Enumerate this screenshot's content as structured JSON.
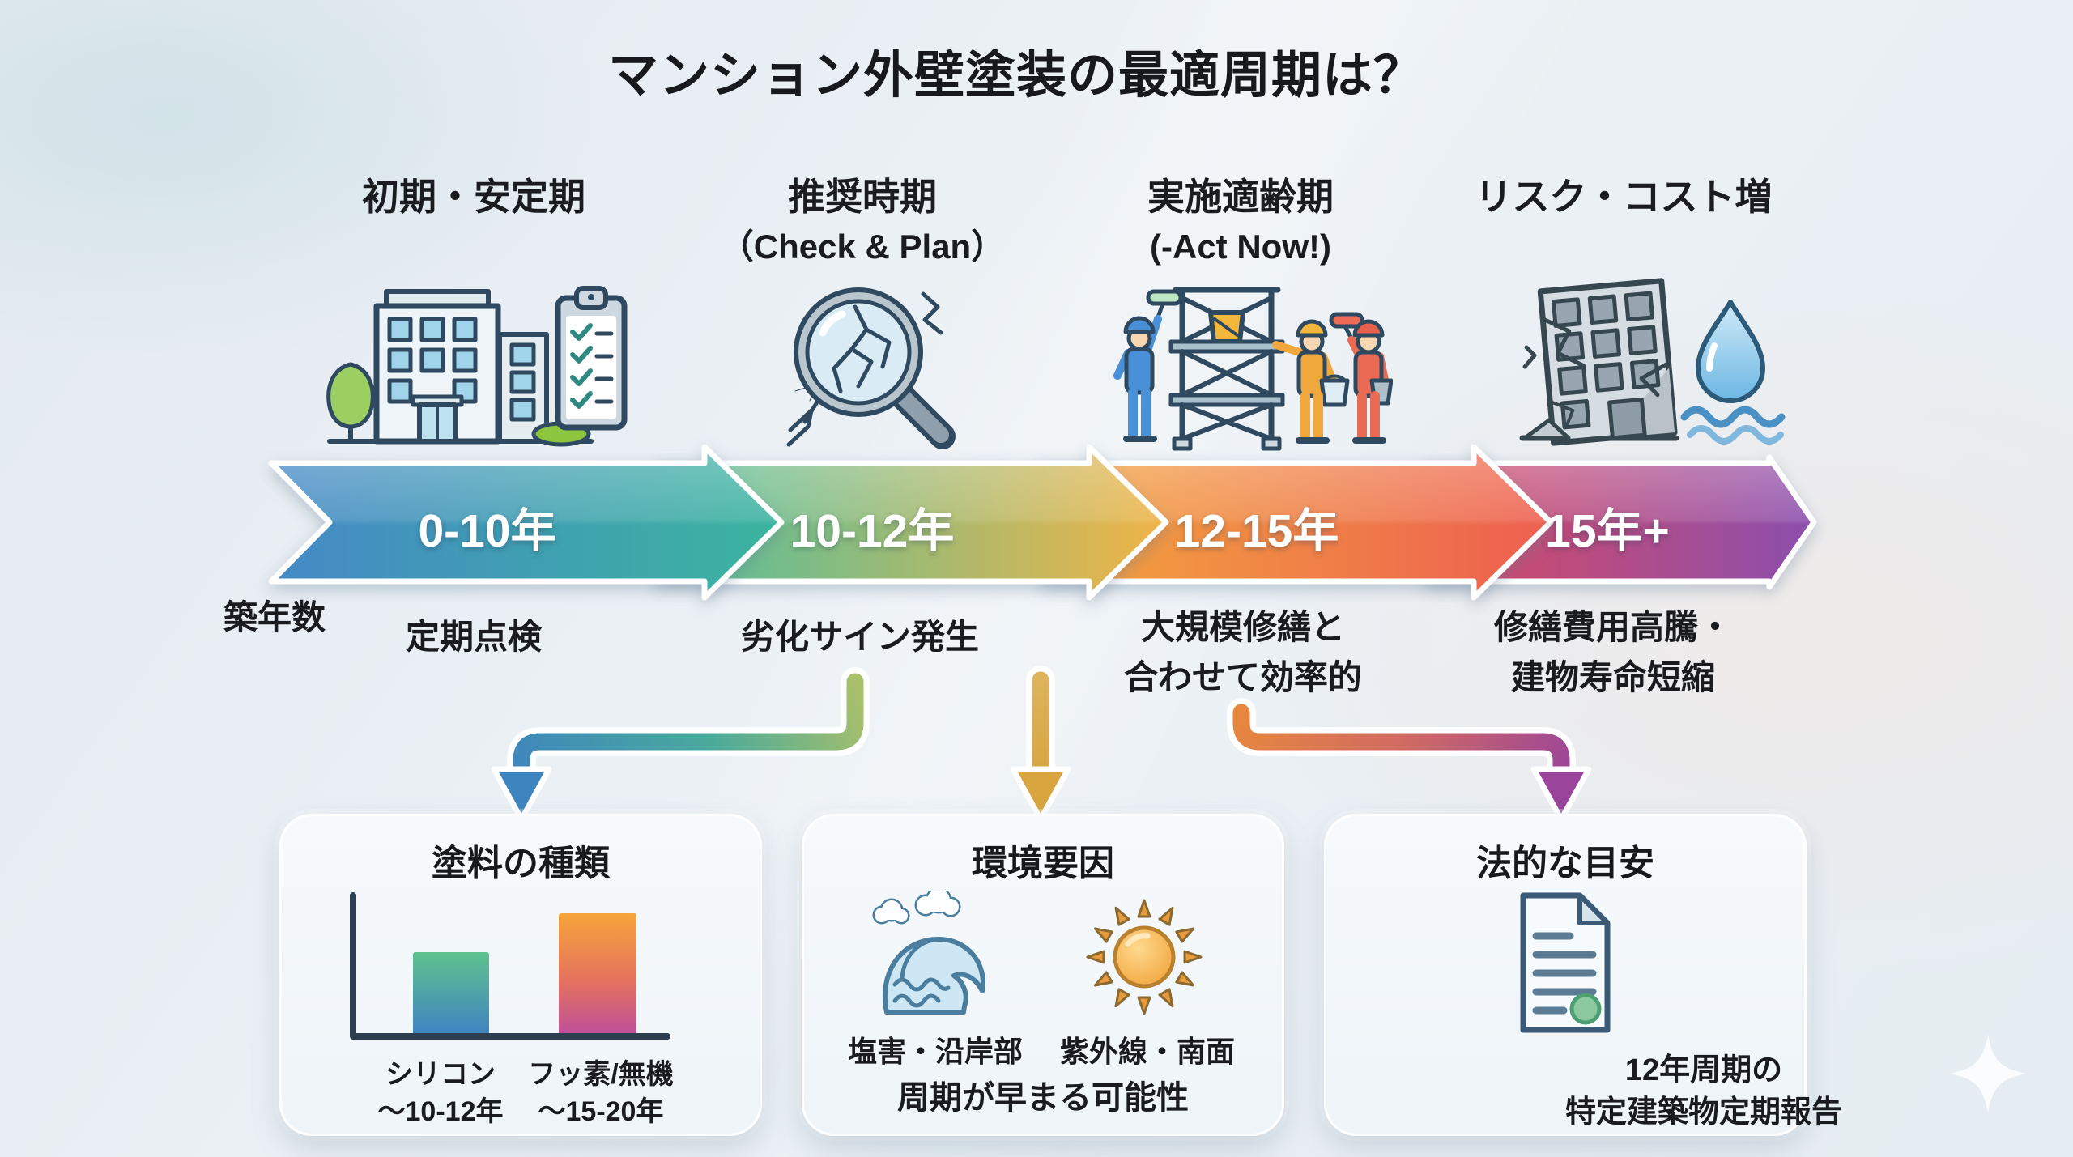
{
  "page": {
    "title": "マンション外壁塗装の最適周期は？",
    "axis_label": "築年数"
  },
  "stages": [
    {
      "header": "初期・安定期",
      "subheader": "",
      "years": "0-10年",
      "note_lines": [
        "定期点検"
      ],
      "icon": "building-checklist-icon",
      "gradient": [
        "#4589c6",
        "#3bb49e"
      ]
    },
    {
      "header": "推奨時期",
      "subheader": "（Check & Plan）",
      "years": "10-12年",
      "note_lines": [
        "劣化サイン発生"
      ],
      "icon": "cracked-magnifier-icon",
      "gradient": [
        "#4fc0a0",
        "#f0b446"
      ]
    },
    {
      "header": "実施適齢期",
      "subheader": "(-Act Now!)",
      "years": "12-15年",
      "note_lines": [
        "大規模修繕と",
        "合わせて効率的"
      ],
      "icon": "painters-scaffold-icon",
      "gradient": [
        "#f3a63d",
        "#ed5f50"
      ]
    },
    {
      "header": "リスク・コスト増",
      "subheader": "",
      "years": "15年+",
      "note_lines": [
        "修繕費用高騰・",
        "建物寿命短縮"
      ],
      "icon": "damaged-building-leak-icon",
      "gradient": [
        "#d94a60",
        "#8b4fae"
      ]
    }
  ],
  "connectors": [
    {
      "from": "10-12年",
      "to": "塗料の種類",
      "colors": [
        "#a9c06b",
        "#48a99c",
        "#3e84bf"
      ]
    },
    {
      "from": "10-12年",
      "to": "環境要因",
      "colors": [
        "#ddb35c",
        "#d6a038"
      ]
    },
    {
      "from": "12-15年",
      "to": "法的な目安",
      "colors": [
        "#e8873e",
        "#cf6a63",
        "#9a449b"
      ]
    }
  ],
  "cards": [
    {
      "title": "塗料の種類",
      "chart": {
        "type": "bar",
        "bars": [
          {
            "label": "シリコン",
            "sublabel": "〜10-12年",
            "value": 12,
            "gradient": [
              "#5fc28c",
              "#3e82c4"
            ]
          },
          {
            "label": "フッ素/無機",
            "sublabel": "〜15-20年",
            "value": 17.5,
            "gradient": [
              "#f6a53a",
              "#bd4f9b"
            ]
          }
        ],
        "ylim": [
          0,
          20
        ]
      }
    },
    {
      "title": "環境要因",
      "items": [
        {
          "label": "塩害・沿岸部",
          "icon": "coastal-wave-icon"
        },
        {
          "label": "紫外線・南面",
          "icon": "sun-icon"
        }
      ],
      "footer": "周期が早まる可能性"
    },
    {
      "title": "法的な目安",
      "icon": "report-document-icon",
      "lines": [
        "12年周期の",
        "特定建築物定期報告"
      ]
    }
  ],
  "chart_data": {
    "type": "bar",
    "title": "塗料の種類",
    "categories": [
      "シリコン",
      "フッ素/無機"
    ],
    "values": [
      12,
      17.5
    ],
    "tick_labels": [
      "〜10-12年",
      "〜15-20年"
    ],
    "ylim": [
      0,
      20
    ],
    "grid": false
  },
  "decor": {
    "sparkle": "sparkle-icon",
    "sparkle_color": "#fbfdfe"
  }
}
